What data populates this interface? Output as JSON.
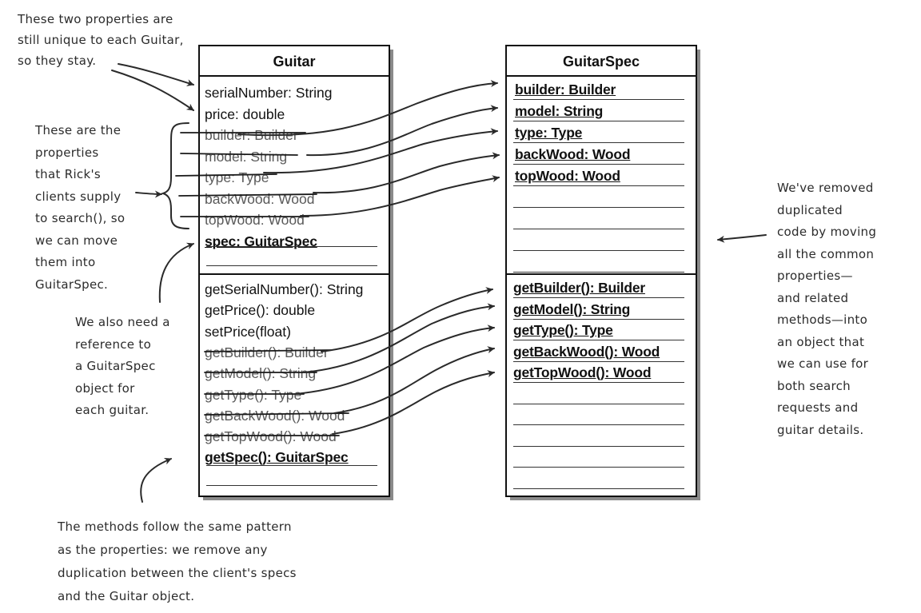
{
  "guitar": {
    "title": "Guitar",
    "properties": [
      {
        "text": "serialNumber: String",
        "style": "normal"
      },
      {
        "text": "price: double",
        "style": "normal"
      },
      {
        "text": "builder: Builder",
        "style": "struck"
      },
      {
        "text": "model: String",
        "style": "struck"
      },
      {
        "text": "type: Type",
        "style": "struck"
      },
      {
        "text": "backWood: Wood",
        "style": "struck"
      },
      {
        "text": "topWood: Wood",
        "style": "struck"
      },
      {
        "text": "spec: GuitarSpec",
        "style": "spec"
      }
    ],
    "methods": [
      {
        "text": "getSerialNumber(): String",
        "style": "normal"
      },
      {
        "text": "getPrice(): double",
        "style": "normal"
      },
      {
        "text": "setPrice(float)",
        "style": "normal"
      },
      {
        "text": "getBuilder(): Builder",
        "style": "struck"
      },
      {
        "text": "getModel(): String",
        "style": "struck"
      },
      {
        "text": "getType(): Type",
        "style": "struck"
      },
      {
        "text": "getBackWood(): Wood",
        "style": "struck"
      },
      {
        "text": "getTopWood(): Wood",
        "style": "struck"
      },
      {
        "text": "getSpec(): GuitarSpec",
        "style": "spec"
      }
    ]
  },
  "guitarspec": {
    "title": "GuitarSpec",
    "properties": [
      {
        "text": "builder: Builder",
        "style": "spec"
      },
      {
        "text": "model: String",
        "style": "spec"
      },
      {
        "text": "type: Type",
        "style": "spec"
      },
      {
        "text": "backWood: Wood",
        "style": "spec"
      },
      {
        "text": "topWood: Wood",
        "style": "spec"
      }
    ],
    "methods": [
      {
        "text": "getBuilder(): Builder",
        "style": "spec"
      },
      {
        "text": "getModel(): String",
        "style": "spec"
      },
      {
        "text": "getType(): Type",
        "style": "spec"
      },
      {
        "text": "getBackWood(): Wood",
        "style": "spec"
      },
      {
        "text": "getTopWood(): Wood",
        "style": "spec"
      }
    ]
  },
  "notes": {
    "unique": [
      "These two properties are",
      "still unique to each Guitar,",
      "so they stay."
    ],
    "clients": [
      "These are the",
      "properties",
      "that Rick's",
      "clients supply",
      "to search(), so",
      "we can move",
      "them into",
      "GuitarSpec."
    ],
    "reference": [
      "We also need a",
      "reference to",
      "a GuitarSpec",
      "object for",
      "each guitar."
    ],
    "methods": [
      "The methods follow the same pattern",
      "as the properties: we remove any",
      "duplication between the client's specs",
      "and the Guitar object."
    ],
    "removed": [
      "We've removed",
      "duplicated",
      "code by moving",
      "all the common",
      "properties—",
      "and related",
      "methods—into",
      "an object that",
      "we can use for",
      "both search",
      "requests and",
      "guitar details."
    ]
  }
}
